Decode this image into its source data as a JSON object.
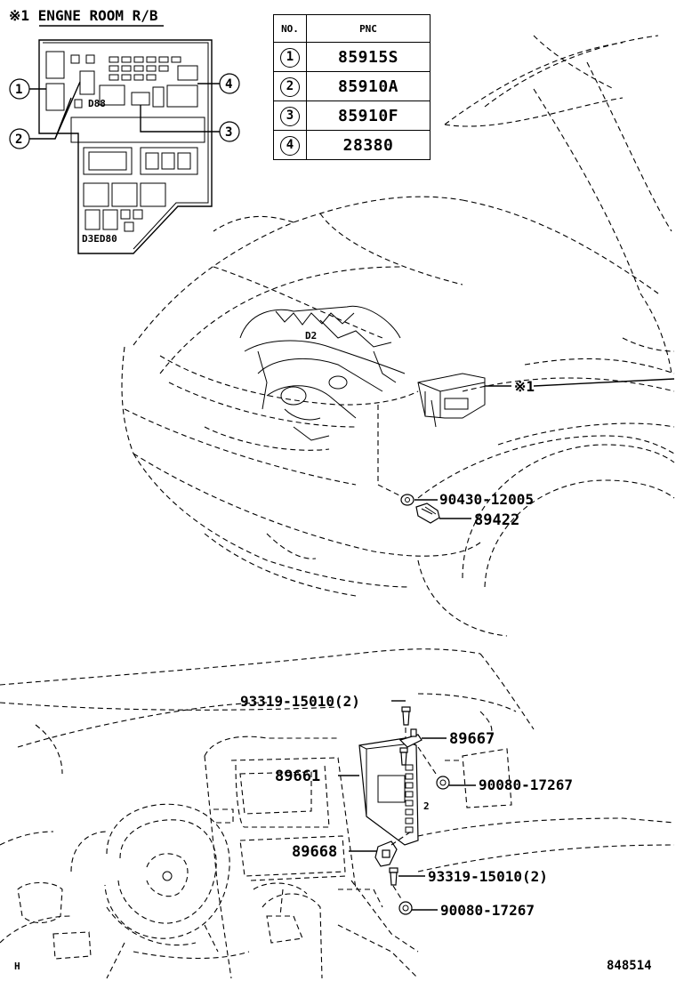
{
  "inset": {
    "title": "※1 ENGNE ROOM R/B",
    "tiny_labels": [
      "D88",
      "D3ED80"
    ]
  },
  "table": {
    "headers": [
      "NO.",
      "PNC"
    ],
    "rows": [
      {
        "no": "1",
        "pnc": "85915S"
      },
      {
        "no": "2",
        "pnc": "85910A"
      },
      {
        "no": "3",
        "pnc": "85910F"
      },
      {
        "no": "4",
        "pnc": "28380"
      }
    ]
  },
  "callouts": {
    "c1": "1",
    "c2": "2",
    "c3": "3",
    "c4": "4"
  },
  "parts_upper": {
    "ref_mark": "※1",
    "washer": "90430-12005",
    "switch": "89422",
    "engine_mark": "D2"
  },
  "parts_lower": {
    "screw_top": "93319-15010(2)",
    "bracket_top": "89667",
    "ecu": "89661",
    "nut_right": "90080-17267",
    "bracket_bottom": "89668",
    "screw_bottom": "93319-15010(2)",
    "nut_bottom": "90080-17267",
    "ecu_mark": "2"
  },
  "footer": {
    "left_code": "H",
    "ref_code": "848514"
  }
}
